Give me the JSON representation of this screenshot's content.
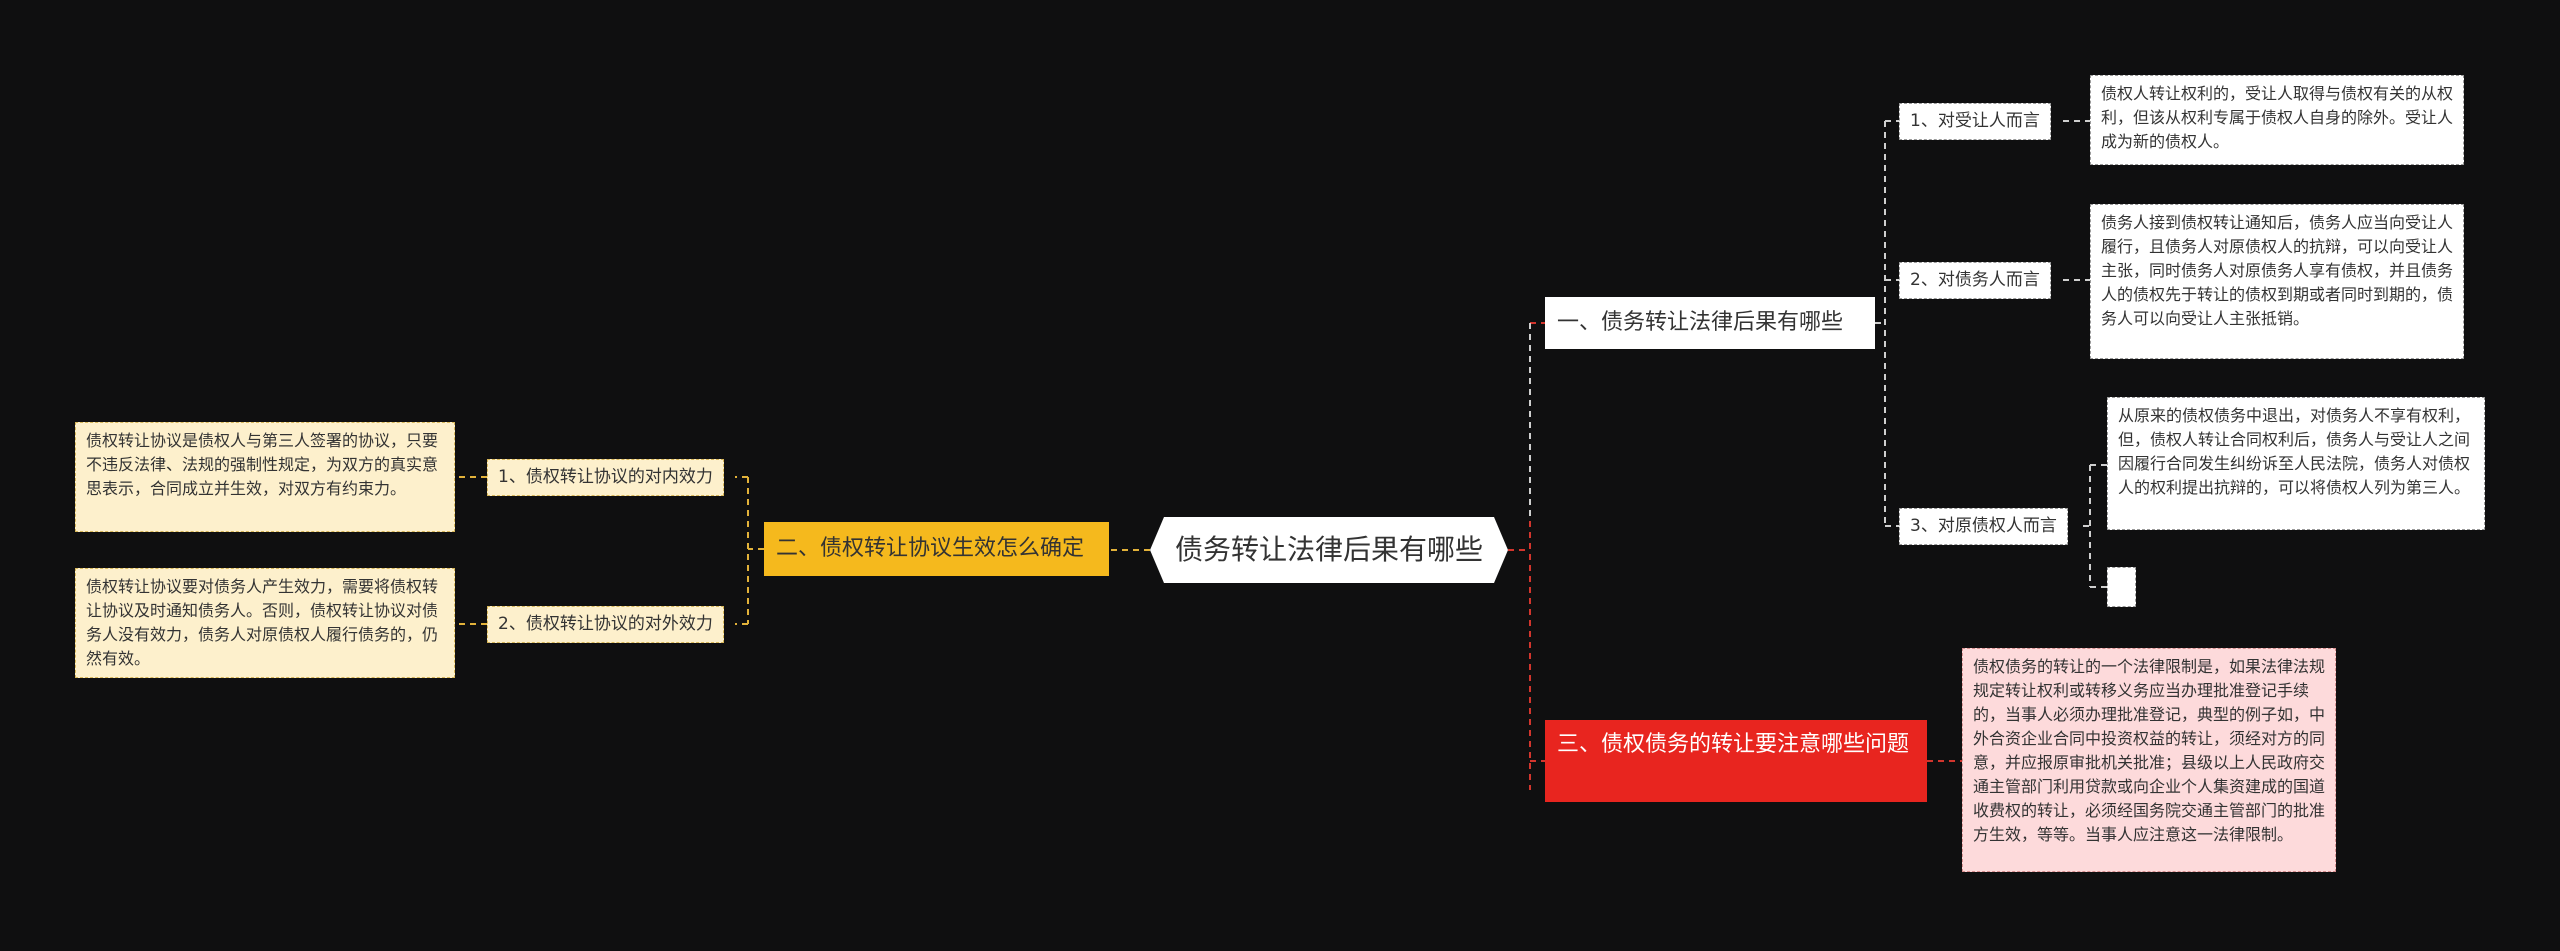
{
  "root": {
    "title": "债务转让法律后果有哪些"
  },
  "branches": [
    {
      "title": "一、债务转让法律后果有哪些",
      "children": [
        {
          "label": "1、对受让人而言",
          "text": "债权人转让权利的，受让人取得与债权有关的从权利，但该从权利专属于债权人自身的除外。受让人成为新的债权人。"
        },
        {
          "label": "2、对债务人而言",
          "text": "债务人接到债权转让通知后，债务人应当向受让人履行，且债务人对原债权人的抗辩，可以向受让人主张，同时债务人对原债务人享有债权，并且债务人的债权先于转让的债权到期或者同时到期的，债务人可以向受让人主张抵销。"
        },
        {
          "label": "3、对原债权人而言",
          "text": "从原来的债权债务中退出，对债务人不享有权利，但，债权人转让合同权利后，债务人与受让人之间因履行合同发生纠纷诉至人民法院，债务人对债权人的权利提出抗辩的，可以将债权人列为第三人。"
        }
      ]
    },
    {
      "title": "二、债权转让协议生效怎么确定",
      "children": [
        {
          "label": "1、债权转让协议的对内效力",
          "text": "债权转让协议是债权人与第三人签署的协议，只要不违反法律、法规的强制性规定，为双方的真实意思表示，合同成立并生效，对双方有约束力。"
        },
        {
          "label": "2、债权转让协议的对外效力",
          "text": "债权转让协议要对债务人产生效力，需要将债权转让协议及时通知债务人。否则，债权转让协议对债务人没有效力，债务人对原债权人履行债务的，仍然有效。"
        }
      ]
    },
    {
      "title": "三、债权债务的转让要注意哪些问题",
      "text": "债权债务的转让的一个法律限制是，如果法律法规规定转让权利或转移义务应当办理批准登记手续的，当事人必须办理批准登记，典型的例子如，中外合资企业合同中投资权益的转让，须经对方的同意，并应报原审批机关批准；县级以上人民政府交通主管部门利用贷款或向企业个人集资建成的国道收费权的转让，必须经国务院交通主管部门的批准方生效，等等。当事人应注意这一法律限制。"
    }
  ],
  "colors": {
    "background": "#0f0f10",
    "branch_yellow": "#f5b91d",
    "branch_red": "#e8251f",
    "leaf_yellow": "#fdf0cc",
    "leaf_pink": "#fddadb",
    "connector_white": "#cfcfcf",
    "connector_yellow": "#e2b23a",
    "connector_red": "#d2352d"
  }
}
